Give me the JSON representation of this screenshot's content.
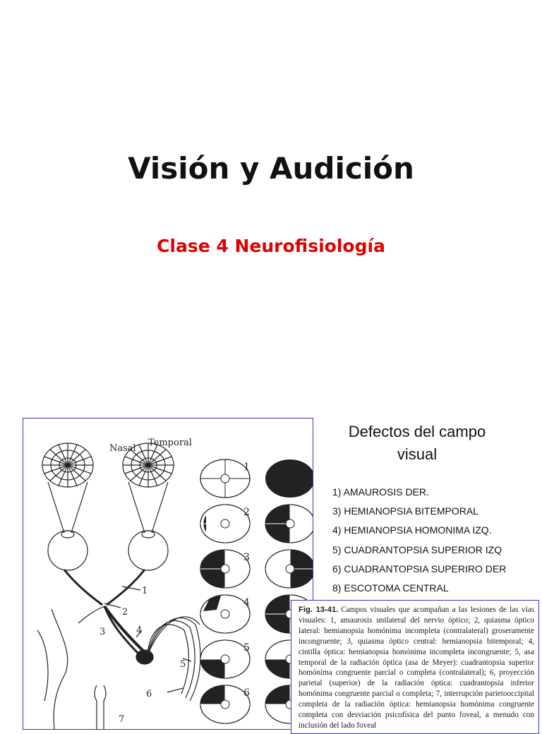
{
  "slide": {
    "title": "Visión y Audición",
    "subtitle": "Clase 4 Neurofisiología",
    "subtitle_color": "#e00000"
  },
  "figure": {
    "label_nasal": "Nasal",
    "label_temporal": "Temporal",
    "pathway_numbers": [
      "1",
      "2",
      "3",
      "4",
      "5",
      "6",
      "7"
    ],
    "field_row_numbers": [
      "1",
      "2",
      "3",
      "4",
      "5",
      "6"
    ]
  },
  "defects": {
    "heading_line1": "Defectos del campo",
    "heading_line2": "visual",
    "items": [
      "1)    AMAUROSIS DER.",
      "3) HEMIANOPSIA BITEMPORAL",
      "4) HEMIANOPSIA HOMONIMA IZQ.",
      "5) CUADRANTOPSIA SUPERIOR IZQ",
      "6) CUADRANTOPSIA SUPERIRO DER",
      "8) ESCOTOMA CENTRAL"
    ]
  },
  "caption": {
    "title": "Fig. 13-41.",
    "text": "Campos visuales que acompañan a las lesiones de las vías visuales: 1, amaurosis unilateral del nervio óptico; 2, quiasma óptico lateral: hemianopsia homónima incompleta (contralateral) groseramente incongruente; 3, quiasma óptico central: hemianopsia bitemporal; 4, cintilla óptica: hemianopsia homónima incompleta incongruente; 5, asa temporal de la radiación óptica (asa de Meyer): cuadrantopsia superior homónima congruente parcial o completa (contralateral); 6, proyección parietal (superior) de la radiación óptica: cuadrantopsia inferior homónima congruente parcial o completa; 7, interrupción parietooccipital completa de la radiación óptica: hemianopsia homónima congruente completa con desviación psicofísica del punto foveal, a menudo con inclusión del lado foveal"
  }
}
